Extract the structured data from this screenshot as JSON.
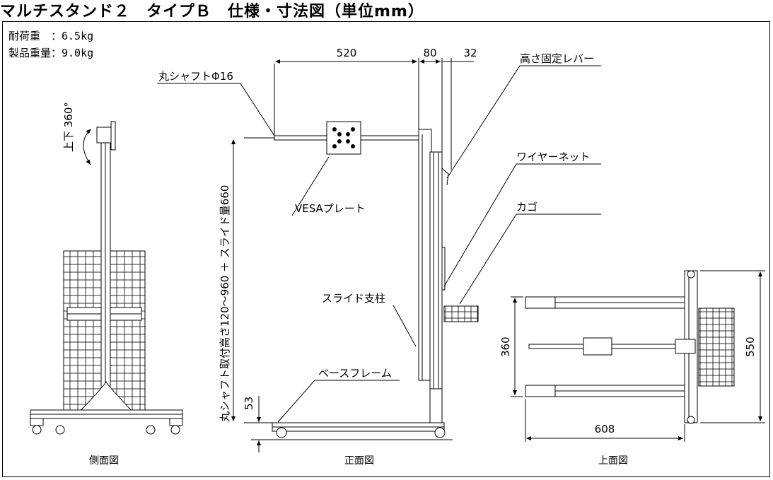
{
  "title": "マルチスタンド２　タイプＢ　仕様・寸法図（単位mm）",
  "specs": [
    {
      "label": "耐荷重　：6.5kg"
    },
    {
      "label": "製品重量：9.0kg"
    }
  ],
  "views": {
    "side": "側面図",
    "front": "正面図",
    "top": "上面図"
  },
  "rotation_label": "上下 360°",
  "dimensions": {
    "d520": "520",
    "d80": "80",
    "d32": "32",
    "d53": "53",
    "height": "丸シャフト取付高さ120～960 ＋ スライド量660",
    "d360": "360",
    "d550": "550",
    "d608": "608"
  },
  "callouts": {
    "shaft": "丸シャフトΦ16",
    "lever": "高さ固定レバー",
    "vesa": "VESAプレート",
    "wire_net": "ワイヤーネット",
    "basket": "カゴ",
    "slide": "スライド支柱",
    "base": "ベースフレーム"
  }
}
